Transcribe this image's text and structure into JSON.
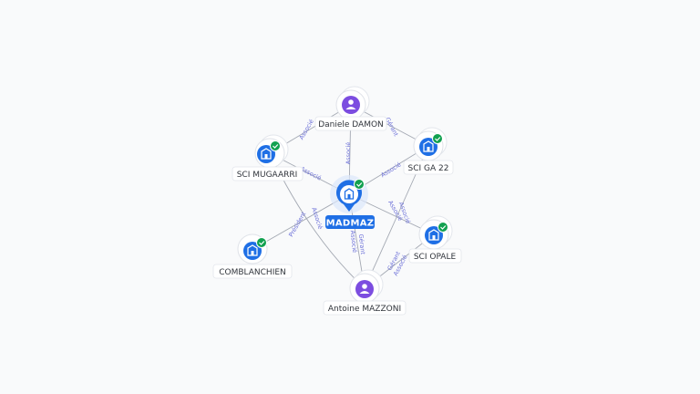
{
  "graph": {
    "center": {
      "label": "MADMAZ",
      "verified": true
    },
    "nodes": [
      {
        "id": "daniele",
        "label": "Daniele DAMON",
        "kind": "person"
      },
      {
        "id": "mugaarri",
        "label": "SCI MUGAARRI",
        "kind": "company",
        "verified": true
      },
      {
        "id": "ga22",
        "label": "SCI GA 22",
        "kind": "company",
        "verified": true
      },
      {
        "id": "opale",
        "label": "SCI OPALE",
        "kind": "company",
        "verified": true
      },
      {
        "id": "comblanchien",
        "label": "COMBLANCHIEN",
        "kind": "company",
        "verified": true
      },
      {
        "id": "antoine",
        "label": "Antoine MAZZONI",
        "kind": "person"
      }
    ],
    "edge_labels": {
      "associe": "Associé",
      "gerant": "Gérant",
      "president": "Président"
    }
  },
  "colors": {
    "background": "#f9fafb",
    "company_blue": "#1f6fe5",
    "person_purple": "#7c4de0",
    "verified_green": "#12a150",
    "edge_label": "#6b6fd8"
  }
}
